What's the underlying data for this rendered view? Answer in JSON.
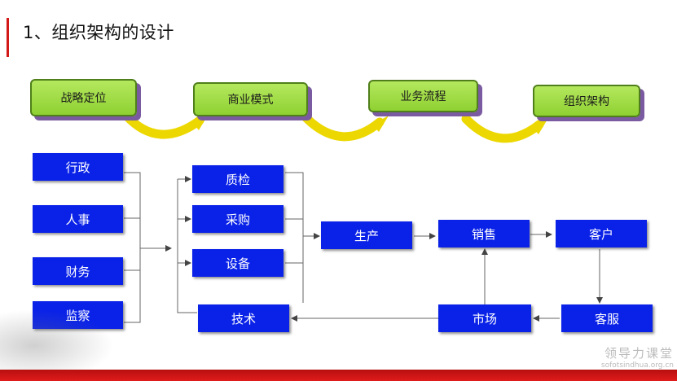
{
  "title": "1、组织架构的设计",
  "flow": [
    "战略定位",
    "商业模式",
    "业务流程",
    "组织架构"
  ],
  "org": {
    "left": [
      "行政",
      "人事",
      "财务",
      "监察"
    ],
    "mid": [
      "质检",
      "采购",
      "设备",
      "技术"
    ],
    "production": "生产",
    "sales": "销售",
    "customer": "客户",
    "market": "市场",
    "service": "客服"
  },
  "watermark": {
    "line1": "领导力课堂",
    "line2": "sofotsindhua.org.cn"
  },
  "colors": {
    "accent": "#d31818",
    "box_blue": "#0a22e8",
    "box_green": "#9fdc44"
  }
}
